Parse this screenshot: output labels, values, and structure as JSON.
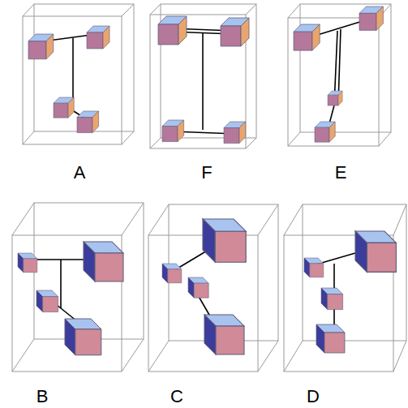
{
  "diagram": {
    "labels": [
      "A",
      "F",
      "E",
      "B",
      "C",
      "D"
    ]
  }
}
